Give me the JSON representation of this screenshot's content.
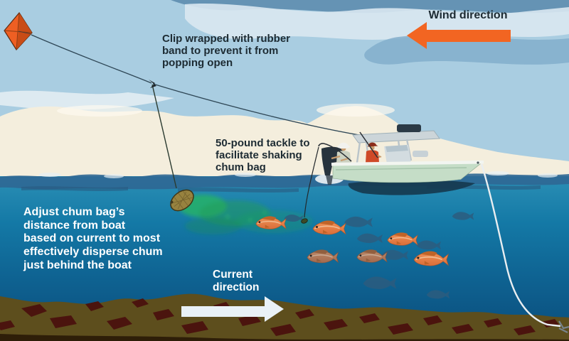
{
  "diagram": {
    "subject": "Kite chumming fishing technique",
    "annotations": {
      "wind": {
        "label": "Wind direction"
      },
      "clip": {
        "lines": [
          "Clip wrapped with rubber",
          "band to prevent it from",
          "popping open"
        ]
      },
      "tackle": {
        "lines": [
          "50-pound tackle to",
          "facilitate shaking",
          "chum bag"
        ]
      },
      "adjust": {
        "lines": [
          "Adjust chum bag’s",
          "distance from boat",
          "based on current to most",
          "effectively disperse chum",
          "just behind the boat"
        ]
      },
      "current": {
        "lines": [
          "Current",
          "direction"
        ]
      }
    },
    "colors": {
      "wind_arrow": "#f26522",
      "current_arrow": "#e9f1f6",
      "sky": "#a9cde1",
      "cloud_bank": "#f4eedd",
      "ocean_top": "#2b8fb5",
      "ocean_bottom": "#0a4a77",
      "sea_floor": "#5d4e1d",
      "rocks": "#4b140e",
      "kite": "#ee5f23",
      "chum_cloud": "#1f9e58",
      "snapper": "#e8834d",
      "hull": "#c5ddc7",
      "label_dark": "#1d2b33",
      "label_light": "#ffffff"
    }
  }
}
